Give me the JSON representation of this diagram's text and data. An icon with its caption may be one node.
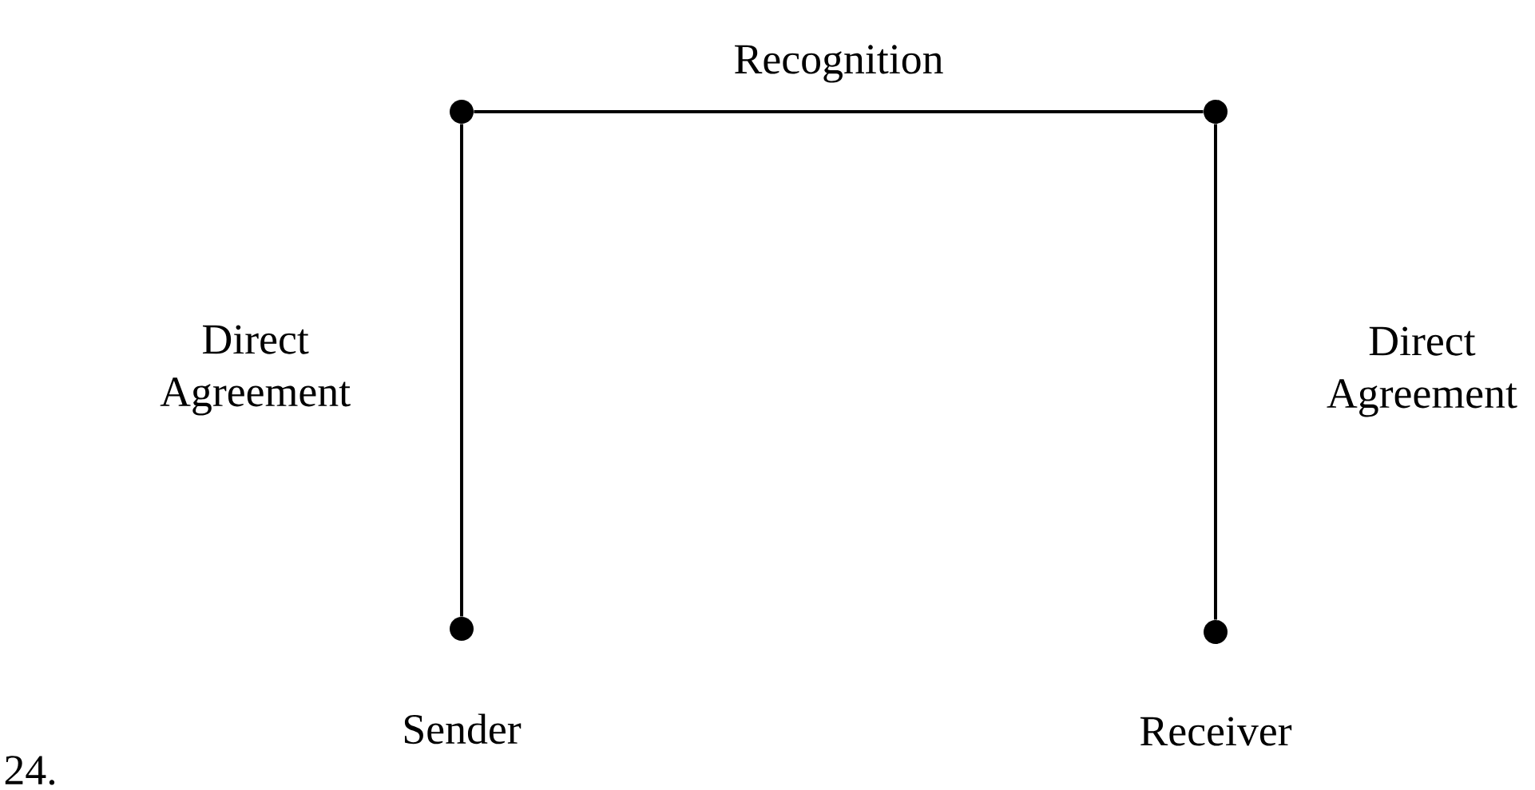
{
  "diagram": {
    "nodes": [
      {
        "text": [],
        "shape": "circle"
      },
      {
        "text": [],
        "shape": "circle"
      },
      {
        "text": [],
        "shape": "circle",
        "beside": [
          "Sender"
        ]
      },
      {
        "text": [],
        "shape": "circle",
        "beside": [
          "Receiver"
        ]
      }
    ],
    "edges": [
      {
        "from": 0,
        "to": 1,
        "arrow": "none",
        "label": "Recognition"
      },
      {
        "from": 0,
        "to": 2,
        "arrow": "none",
        "label": "Direct Agreement"
      },
      {
        "from": 1,
        "to": 3,
        "arrow": "none",
        "label": "Direct Agreement"
      }
    ],
    "labels": [
      "24."
    ]
  }
}
